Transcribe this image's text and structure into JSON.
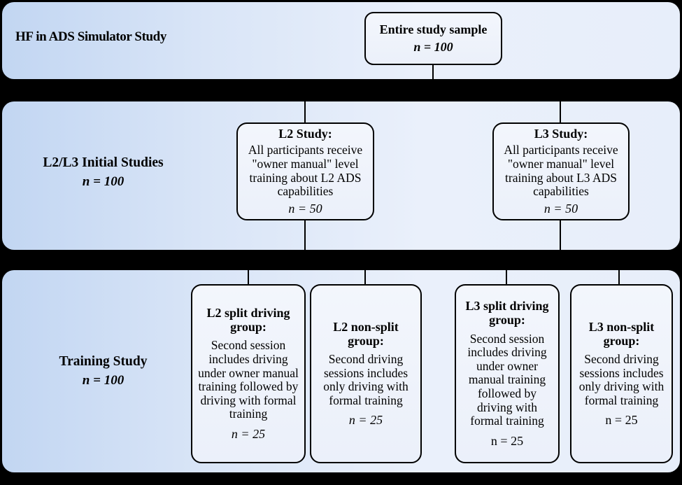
{
  "header": {
    "title": "HF in ADS Simulator Study"
  },
  "colors": {
    "background": "#000000",
    "band_fill_left": "#c2d6f2",
    "band_fill_right": "#e9effb",
    "node_fill": "#eef2fb",
    "border": "#000000",
    "text": "#000000"
  },
  "top_band": {
    "node": {
      "title": "Entire study sample",
      "n": "n = 100"
    }
  },
  "initial_band": {
    "label": "L2/L3 Initial Studies",
    "n": "n = 100",
    "l2_study": {
      "title": "L2 Study:",
      "body": "All participants receive \"owner manual\" level training about L2 ADS capabilities",
      "n": "n = 50"
    },
    "l3_study": {
      "title": "L3 Study:",
      "body": "All participants receive \"owner manual\" level training about L3 ADS capabilities",
      "n": "n = 50"
    }
  },
  "training_band": {
    "label": "Training Study",
    "n": "n = 100",
    "groups": [
      {
        "title": "L2 split driving group:",
        "body": "Second session includes driving under owner manual training followed by driving with formal training",
        "n": "n = 25"
      },
      {
        "title": "L2 non-split group:",
        "body": "Second driving sessions includes only driving with formal training",
        "n": "n = 25"
      },
      {
        "title": "L3 split driving group:",
        "body": "Second session includes driving under owner manual training followed by driving with formal training",
        "n": "n = 25"
      },
      {
        "title": "L3 non-split group:",
        "body": "Second driving sessions includes only driving with formal training",
        "n": "n = 25"
      }
    ]
  }
}
